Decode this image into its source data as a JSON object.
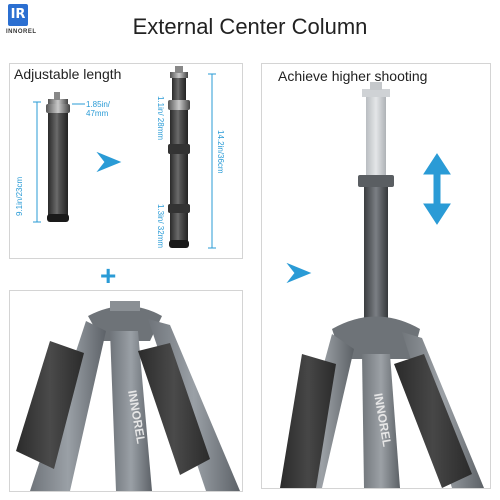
{
  "brand": {
    "logo_mark": "IR",
    "logo_text": "INNOREL"
  },
  "title": "External Center Column",
  "left_panel": {
    "label": "Adjustable length",
    "dims": {
      "top_plate": "1.85in/ 47mm",
      "short_length": "9.1in/23cm",
      "upper_section": "1.1in/ 28mm",
      "full_length": "14.2in/36cm",
      "lower_section": "1.3in/ 32mm"
    }
  },
  "right_panel": {
    "label": "Achieve higher shooting"
  },
  "plus_symbol": "+",
  "icons": [
    "arrow-right-icon",
    "double-arrow-vertical-icon",
    "plus-icon"
  ],
  "colors": {
    "accent": "#2a9bd6",
    "brand": "#2b6fd1"
  }
}
